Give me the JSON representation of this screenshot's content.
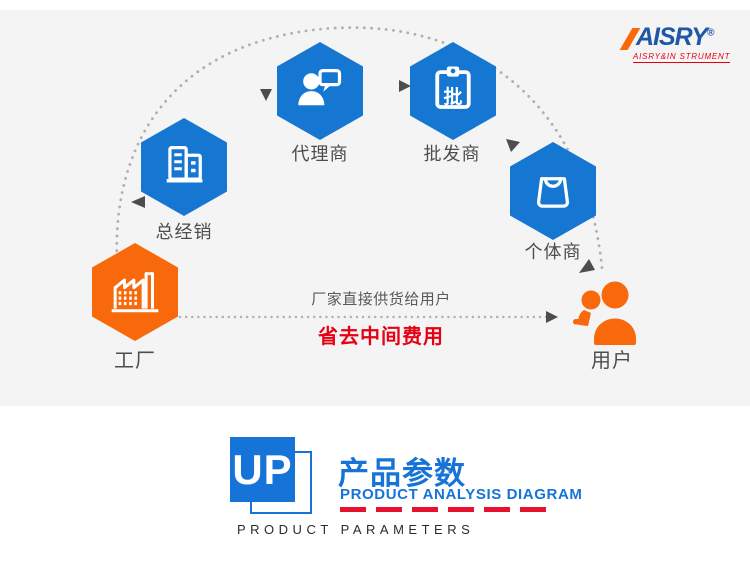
{
  "brand": {
    "name": "AISRY",
    "reg": "®",
    "tagline": "AISRY&IN STRUMENT"
  },
  "diagram": {
    "nodes": [
      {
        "id": "factory",
        "label": "工厂",
        "icon": "factory-icon",
        "color": "#f7690b"
      },
      {
        "id": "distributor",
        "label": "总经销",
        "icon": "buildings-icon",
        "color": "#1577d2"
      },
      {
        "id": "agent",
        "label": "代理商",
        "icon": "person-chat-icon",
        "color": "#1577d2"
      },
      {
        "id": "wholesaler",
        "label": "批发商",
        "icon": "clipboard-icon",
        "color": "#1577d2",
        "glyph": "批"
      },
      {
        "id": "retailer",
        "label": "个体商",
        "icon": "shopping-bag-icon",
        "color": "#1577d2"
      },
      {
        "id": "user",
        "label": "用户",
        "icon": "user-icon",
        "color": "#f7690b"
      }
    ],
    "direct_supply_text": "厂家直接供货给用户",
    "savings_text": "省去中间费用"
  },
  "section_header": {
    "up_mark": "UP",
    "title_cn": "产品参数",
    "subtitle_en": "PRODUCT ANALYSIS DIAGRAM",
    "caption_en": "PRODUCT PARAMETERS"
  },
  "colors": {
    "node_blue": "#1577d2",
    "node_orange": "#f7690b",
    "highlight_red": "#e60012",
    "header_blue": "#1673d8",
    "dash_red": "#e8112d",
    "panel_gray": "#f4f4f4"
  }
}
